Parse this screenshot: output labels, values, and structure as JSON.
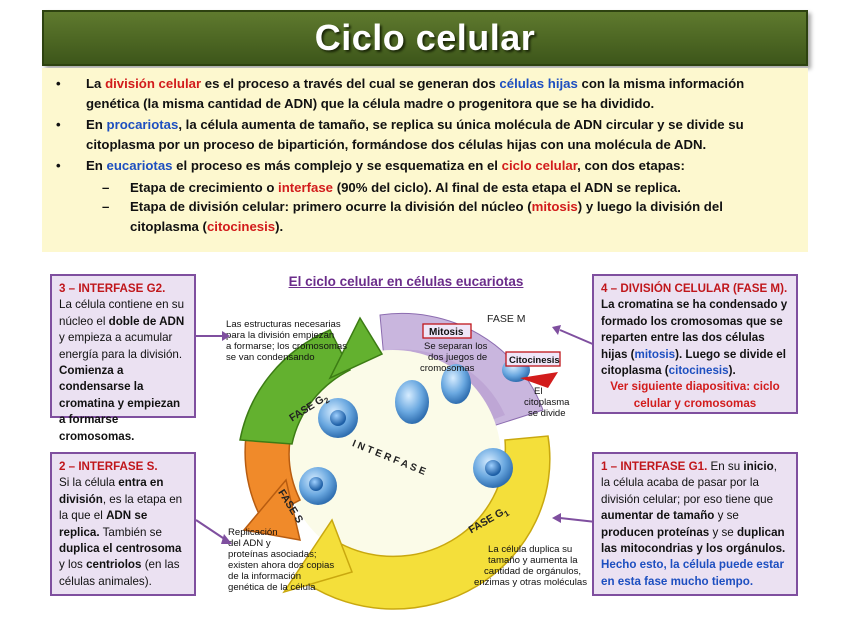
{
  "title": "Ciclo celular",
  "bullets": {
    "b1": {
      "t1": "La ",
      "t2": "división celular",
      "t3": " es el proceso a través del cual se generan dos ",
      "t4": "células hijas",
      "t5": " con la misma información genética (la misma cantidad de ADN) que la célula madre o progenitora que se ha dividido."
    },
    "b2": {
      "t1": "En ",
      "t2": "procariotas",
      "t3": ", la célula aumenta de tamaño, se replica su única molécula de ADN circular y se divide su citoplasma por un proceso de bipartición, formándose dos células hijas con una molécula de ADN."
    },
    "b3": {
      "t1": "En ",
      "t2": "eucariotas",
      "t3": " el proceso es más complejo y se esquematiza en el ",
      "t4": "ciclo celular",
      "t5": ", con dos etapas:"
    },
    "s1": {
      "t1": "Etapa de crecimiento o ",
      "t2": "interfase",
      "t3": " (90% del ciclo). Al final de esta etapa el ADN se replica."
    },
    "s2": {
      "t1": "Etapa de división celular: primero ocurre la división del núcleo (",
      "t2": "mitosis",
      "t3": ") y luego la división del citoplasma (",
      "t4": "citocinesis",
      "t5": ")."
    }
  },
  "diagram_title": "El ciclo celular en células eucariotas",
  "box_g2": {
    "head": "3 – INTERFASE G2.",
    "t1": "La célula contiene en su núcleo el ",
    "t2": "doble de ADN",
    "t3": " y empieza a acumular energía para la división. ",
    "t4": "Comienza a condensarse la cromatina y empiezan a formarse cromosomas."
  },
  "box_s": {
    "head": "2 – INTERFASE S.",
    "t1": "Si la célula ",
    "t2": "entra en división",
    "t3": ", es la etapa en la que el ",
    "t4": "ADN se replica.",
    "t5": " También se ",
    "t6": "duplica el centrosoma",
    "t7": " y los ",
    "t8": "centriolos",
    "t9": " (en las células animales)."
  },
  "box_m": {
    "head": "4 – DIVISIÓN CELULAR (FASE M).",
    "t1": "La cromatina se ha condensado y formado los cromosomas que se reparten entre las dos células hijas (",
    "t2": "mitosis",
    "t3": "). Luego se divide el citoplasma (",
    "t4": "citocinesis",
    "t5": ").",
    "t6": "Ver siguiente diapositiva: ciclo celular y cromosomas"
  },
  "box_g1": {
    "head": "1 – INTERFASE G1.",
    "t1": " En su ",
    "t2": "inicio",
    "t3": ", la célula acaba de pasar por la división celular; por eso tiene que ",
    "t4": "aumentar de tamaño",
    "t5": " y se ",
    "t6": "producen proteínas",
    "t7": " y se ",
    "t8": "duplican las mitocondrias",
    "t9": " y los orgánulos. ",
    "t10": "Hecho esto, la célula puede estar en esta fase mucho tiempo."
  },
  "diagram": {
    "note_g2": [
      "Las estructuras necesarias",
      "para la división empiezan",
      "a formarse; los cromosomas",
      "se van condensando"
    ],
    "fase_m": "FASE M",
    "mitosis": "Mitosis",
    "note_mitosis": [
      "Se separan los",
      "dos juegos de",
      "cromosomas"
    ],
    "citocinesis": "Citocinesis",
    "note_cito": [
      "El",
      "citoplasma",
      "se divide"
    ],
    "fase_g2": "FASE G",
    "fase_g2_sub": "2",
    "interfase": "I N T E R F A S E",
    "fase_s": "FASE S",
    "fase_g1": "FASE G",
    "fase_g1_sub": "1",
    "note_s": [
      "Replicación",
      "del ADN y",
      "proteínas asociadas;",
      "existen ahora dos copias",
      "de la información",
      "genética de la célula"
    ],
    "note_g1": [
      "La célula duplica su",
      "tamaño y aumenta la",
      "cantidad de orgánulos,",
      "enzimas y otras moléculas"
    ]
  },
  "colors": {
    "title_bg": "#4f6b24",
    "bullet_bg": "#fdf8cf",
    "box_bg": "#ebe1f2",
    "box_border": "#7f4f9f",
    "red": "#d21c1c",
    "blue": "#1d4fc0",
    "g1": "#f4df3a",
    "s": "#f08a2a",
    "g2": "#63b12f",
    "m": "#b9a0d2"
  }
}
